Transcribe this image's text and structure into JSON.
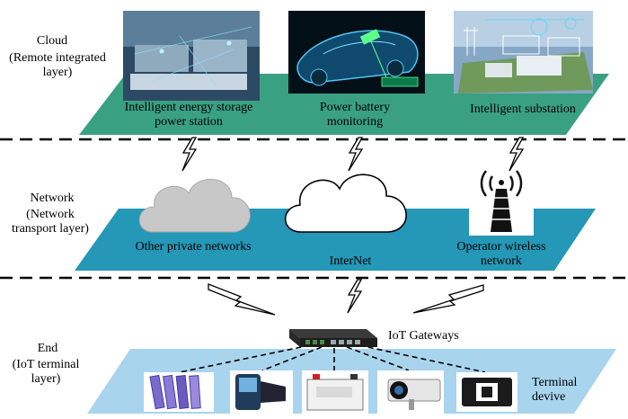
{
  "layers": {
    "cloud": {
      "title": "Cloud",
      "subtitle": "(Remote integrated layer)",
      "color": "#3aa082",
      "items": [
        {
          "label": "Intelligent energy storage power station",
          "icon": "energy-storage-station-photo"
        },
        {
          "label": "Power battery monitoring",
          "icon": "ev-battery-photo"
        },
        {
          "label": "Intelligent substation",
          "icon": "substation-photo"
        }
      ]
    },
    "network": {
      "title": "Network",
      "subtitle": "(Network transport layer)",
      "color": "#2597b7",
      "items": [
        {
          "label": "Other private networks",
          "icon": "gray-cloud-icon"
        },
        {
          "label": "InterNet",
          "icon": "white-cloud-icon"
        },
        {
          "label": "Operator wireless network",
          "icon": "radio-tower-icon"
        }
      ]
    },
    "end": {
      "title": "End",
      "subtitle": "(IoT terminal layer)",
      "color": "#a9d4ee",
      "gateway_label": "IoT Gateways",
      "terminal_label": "Terminal devive",
      "devices": [
        "rfid-tags-photo",
        "handheld-reader-photo",
        "battery-photo",
        "camera-photo",
        "sensor-photo"
      ]
    }
  }
}
